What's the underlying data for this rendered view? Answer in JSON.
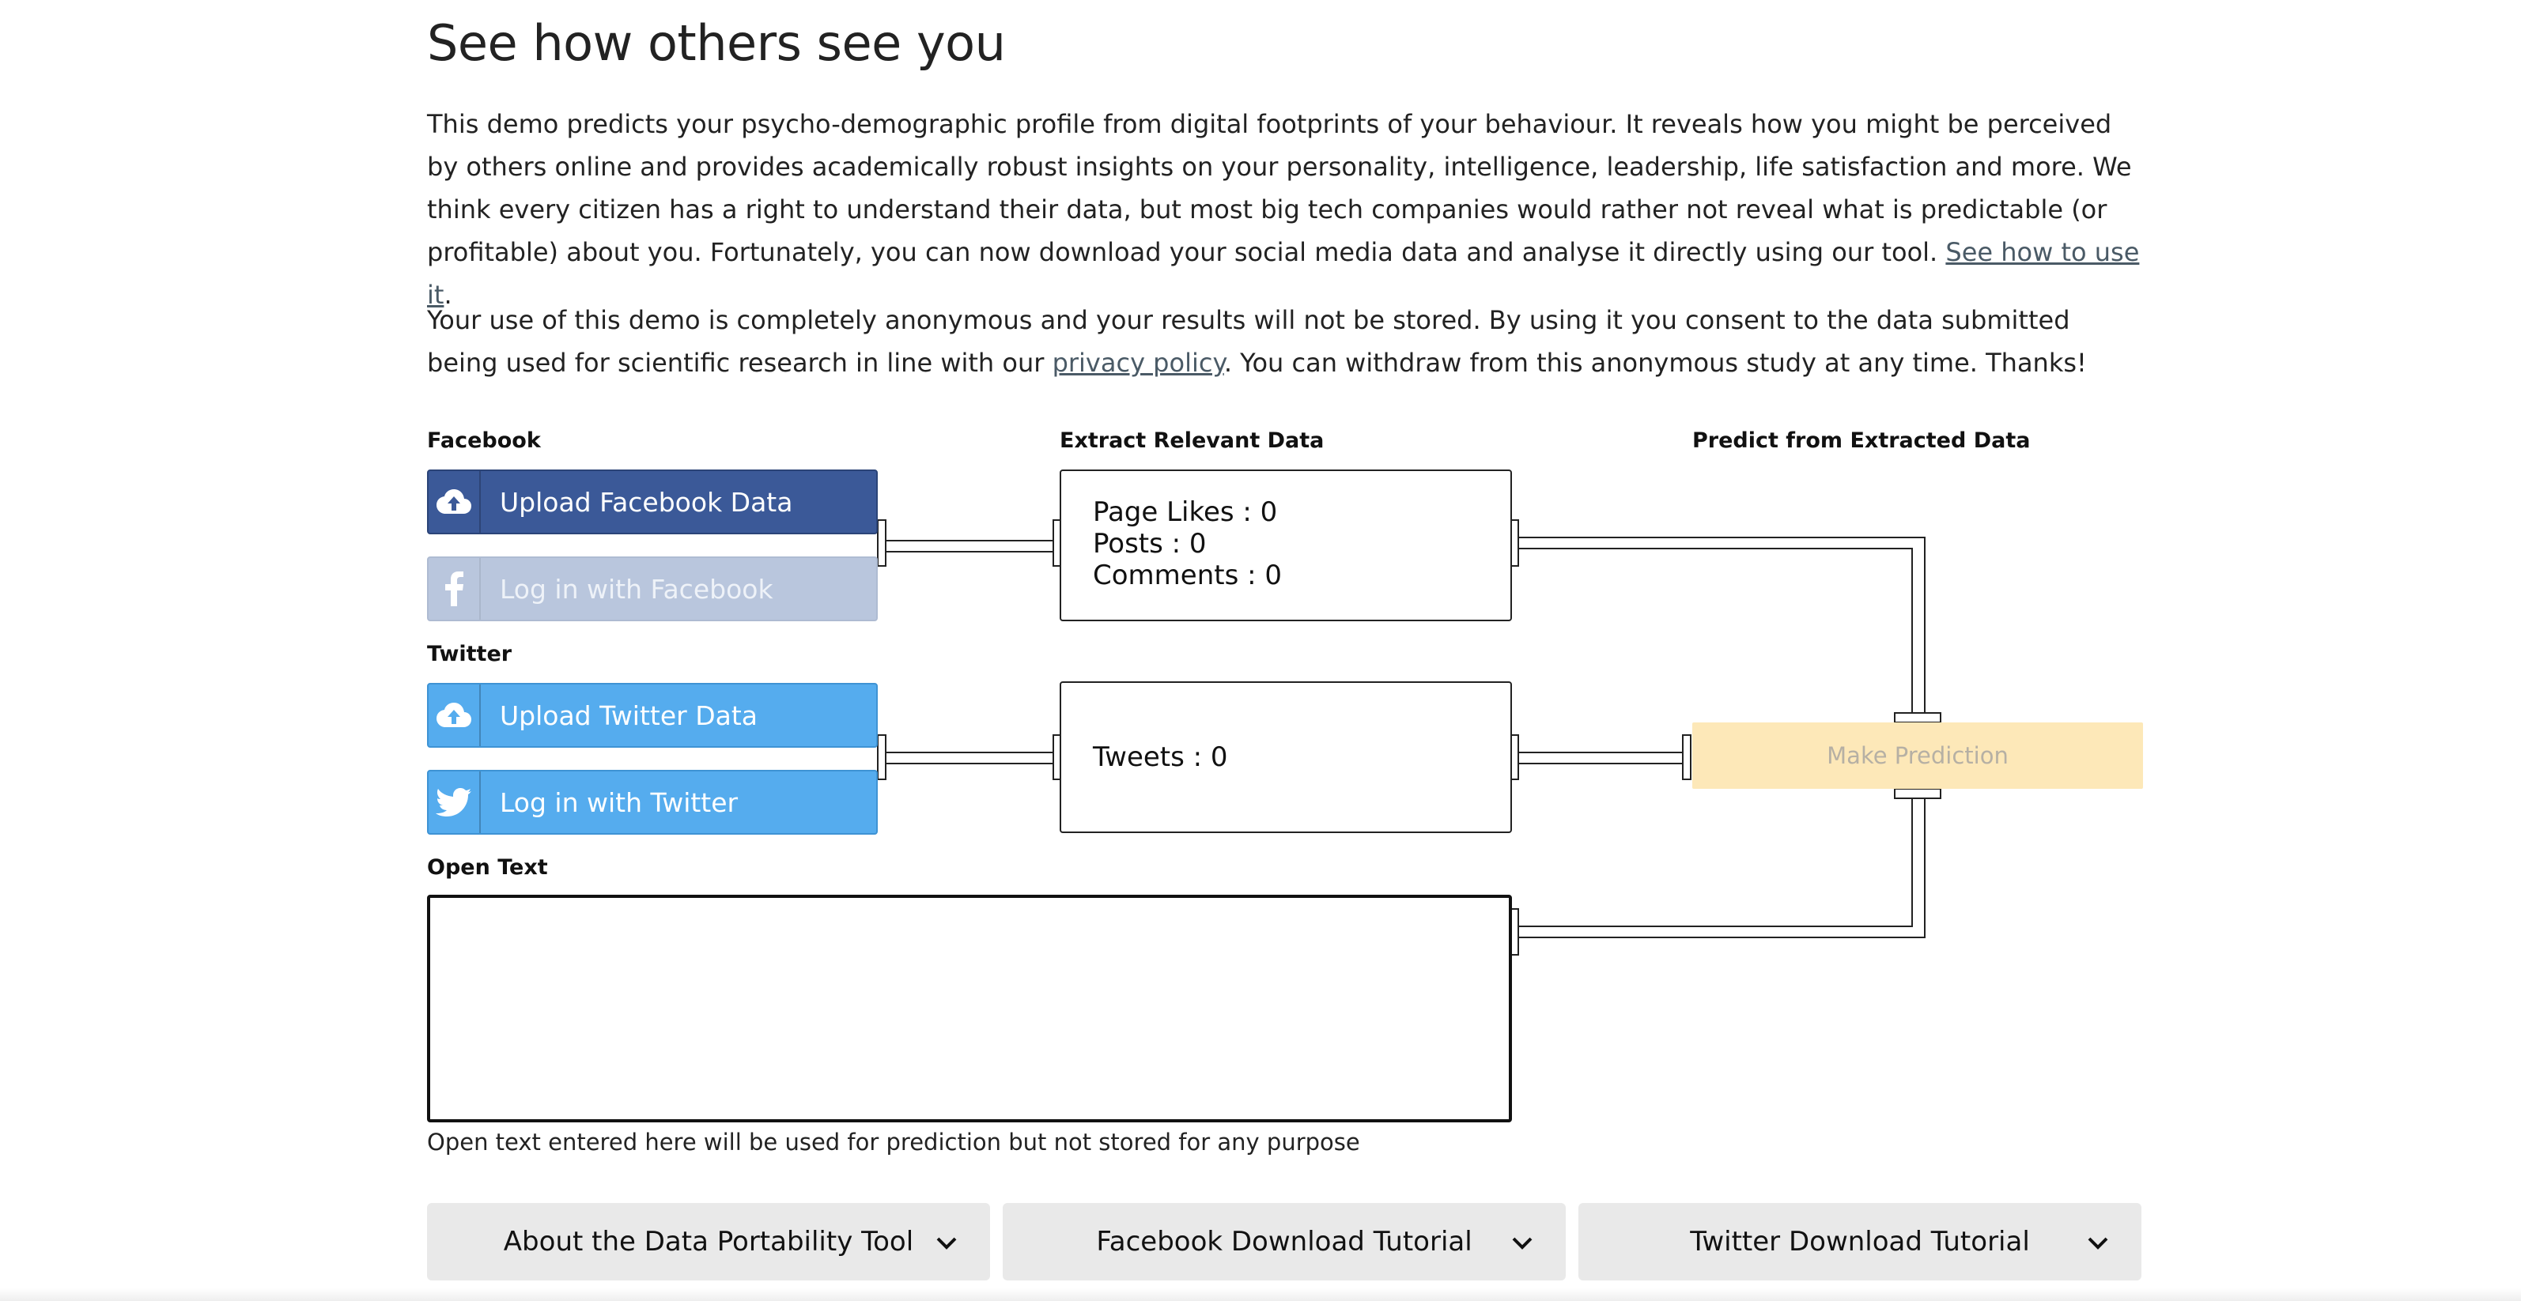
{
  "page": {
    "title": "See how others see you",
    "intro": {
      "text": "This demo predicts your psycho-demographic profile from digital footprints of your behaviour. It reveals how you might be perceived by others online and provides academically robust insights on your personality, intelligence, leadership, life satisfaction and more. We think every citizen has a right to understand their data, but most big tech companies would rather not reveal what is predictable (or profitable) about you. Fortunately, you can now download your social media data and analyse it directly using our tool. ",
      "link": "See how to use it",
      "end": "."
    },
    "consent": {
      "text_before": "Your use of this demo is completely anonymous and your results will not be stored. By using it you consent to the data submitted being used for scientific research in line with our ",
      "link": "privacy policy",
      "text_after": ". You can withdraw from this anonymous study at any time. Thanks!"
    }
  },
  "columns": {
    "facebook": "Facebook",
    "extract": "Extract Relevant Data",
    "predict": "Predict from Extracted Data",
    "twitter": "Twitter",
    "open_text": "Open Text"
  },
  "buttons": {
    "upload_facebook": "Upload Facebook Data",
    "login_facebook": "Log in with Facebook",
    "upload_twitter": "Upload Twitter Data",
    "login_twitter": "Log in with Twitter",
    "make_prediction": "Make Prediction"
  },
  "facebook_stats": {
    "page_likes": "Page Likes : 0",
    "posts": "Posts : 0",
    "comments": "Comments : 0"
  },
  "twitter_stats": {
    "tweets": "Tweets : 0"
  },
  "open_text": {
    "value": "",
    "placeholder": "",
    "note": "Open text entered here will be used for prediction but not stored for any purpose"
  },
  "accordions": [
    {
      "label": "About the Data Portability Tool"
    },
    {
      "label": "Facebook Download Tutorial"
    },
    {
      "label": "Twitter Download Tutorial"
    }
  ],
  "colors": {
    "facebook": "#3b5998",
    "facebook_disabled": "#b9c6dd",
    "twitter": "#55acee",
    "predict_button": "#fde8b8",
    "accordion_bg": "#e9e9e9"
  },
  "icons": {
    "upload": "cloud-upload-icon",
    "facebook": "facebook-icon",
    "twitter": "twitter-icon",
    "chevron": "chevron-down-icon"
  }
}
